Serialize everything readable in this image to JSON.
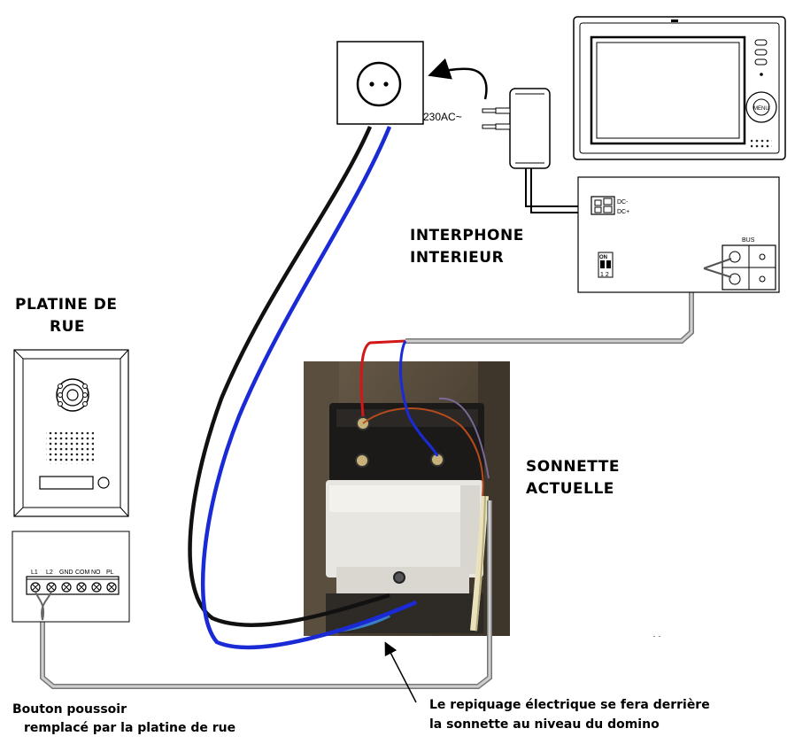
{
  "labels": {
    "outlet_voltage": "230AC~",
    "indoor_title_1": "INTERPHONE",
    "indoor_title_2": "INTERIEUR",
    "street_title_1": "PLATINE DE",
    "street_title_2": "RUE",
    "bell_title_1": "SONNETTE",
    "bell_title_2": "ACTUELLE",
    "note_left_1": "Bouton poussoir",
    "note_left_2": "remplacé par la platine de rue",
    "note_right_1": "Le repiquage électrique se fera derrière",
    "note_right_2": "la sonnette au niveau du domino"
  },
  "indoor_module": {
    "dc_minus": "DC-",
    "dc_plus": "DC+",
    "bus": "BUS",
    "dip_on": "ON",
    "dip_numbers": "1 2"
  },
  "monitor": {
    "menu_label": "MENU"
  },
  "street_terminal": {
    "terminals": [
      "L1",
      "L2",
      "GND",
      "COM",
      "NO",
      "PL"
    ]
  },
  "colors": {
    "phase_wire": "#111111",
    "neutral_wire": "#1a2bd6",
    "bus_wire": "#9a9a9a",
    "red_wire": "#d01818"
  },
  "icons": [
    "power-outlet-icon",
    "power-adapter-icon",
    "video-monitor-icon",
    "street-panel-icon",
    "door-bell-photo"
  ]
}
